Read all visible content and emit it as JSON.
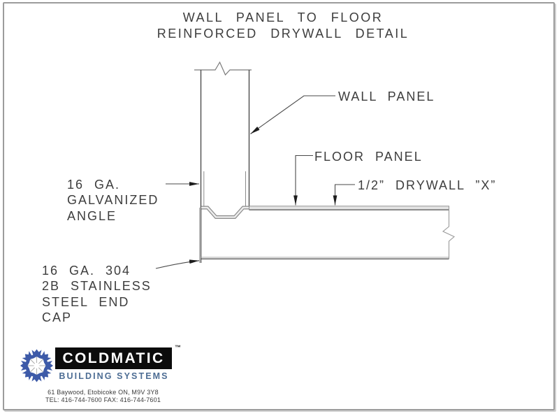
{
  "title": {
    "line1": "WALL PANEL TO FLOOR",
    "line2": "REINFORCED DRYWALL DETAIL"
  },
  "labels": {
    "wall_panel": "WALL PANEL",
    "floor_panel": "FLOOR PANEL",
    "drywall": "1/2” DRYWALL ”X”",
    "angle_lines": [
      "16 GA.",
      "GALVANIZED",
      "ANGLE"
    ],
    "end_cap_lines": [
      "16 GA. 304",
      "2B STAINLESS",
      "STEEL END",
      "CAP"
    ]
  },
  "logo": {
    "brand": "COLDMATIC",
    "trademark": "™",
    "tagline": "BUILDING SYSTEMS",
    "address": "61 Baywood, Etobicoke  ON, M9V 3Y8",
    "phone": "TEL: 416-744-7600    FAX: 416-744-7601"
  },
  "colors": {
    "line_gray": "#4d4d4d",
    "thin_gray": "#8a8a8a",
    "snowflake_blue": "#3d5aa8",
    "tagline_blue": "#4d6d94",
    "brand_bg": "#0c0c0c"
  }
}
